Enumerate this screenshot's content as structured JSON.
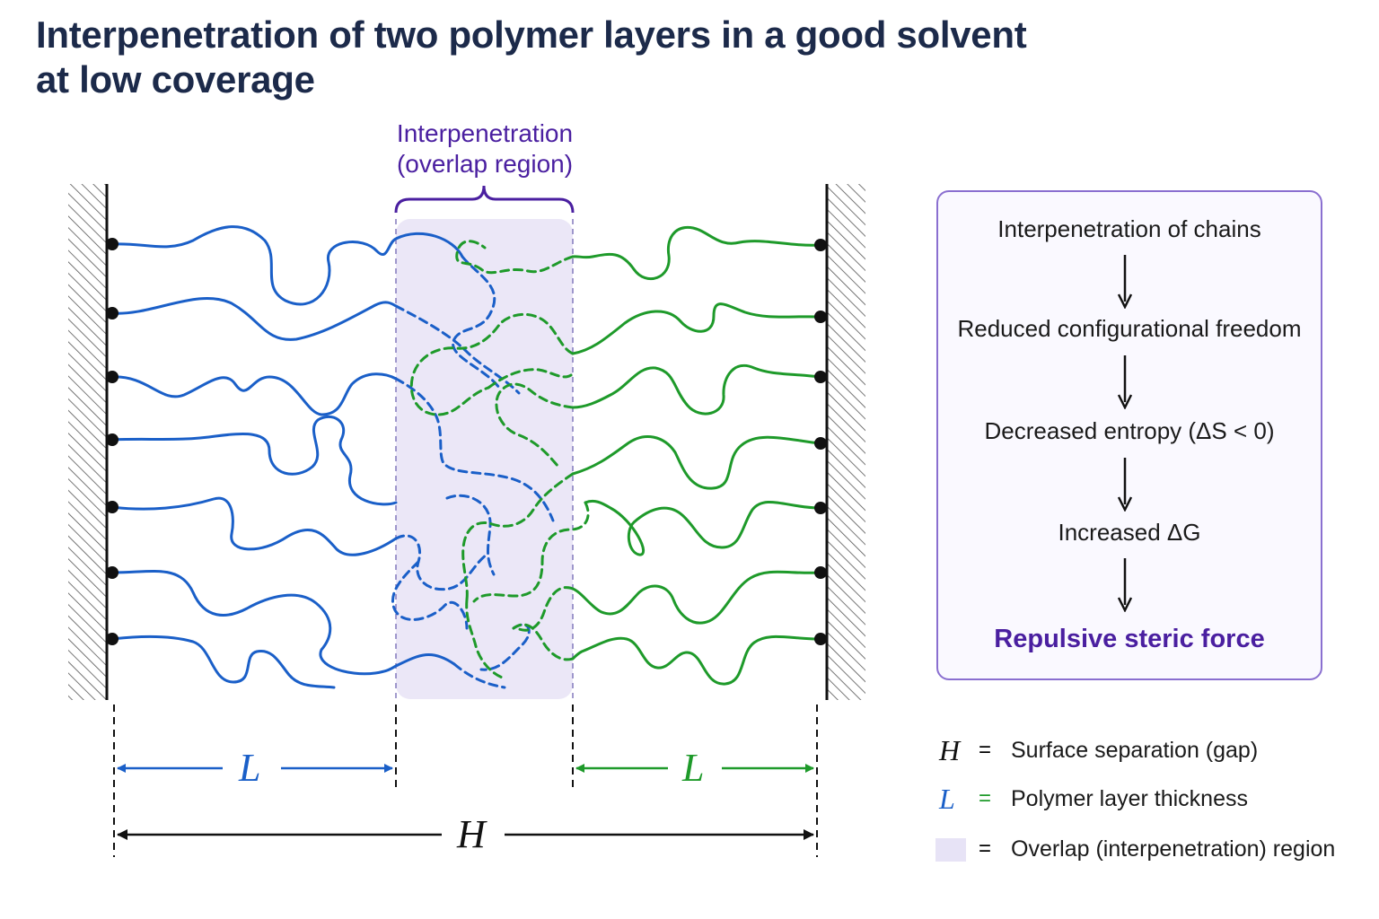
{
  "title": {
    "line1": "Interpenetration of two polymer layers in a good solvent",
    "line2": "at low coverage"
  },
  "overlap_label": {
    "line1": "Interpenetration",
    "line2": "(overlap region)"
  },
  "dimensions": {
    "left_L": "L",
    "right_L": "L",
    "H": "H"
  },
  "flow": {
    "steps": [
      "Interpenetration  of chains",
      "Reduced configurational freedom",
      "Decreased entropy (ΔS < 0)",
      "Increased ΔG",
      "Repulsive steric force"
    ]
  },
  "legend": [
    {
      "symbol": "H",
      "eq": "=",
      "text": "Surface separation (gap)"
    },
    {
      "symbol": "L",
      "eq": "=",
      "text": "Polymer layer thickness"
    },
    {
      "symbol": "",
      "eq": "=",
      "text": "Overlap (interpenetration) region"
    }
  ],
  "colors": {
    "left_chains": "#1a5fc8",
    "right_chains": "#1e9a2a",
    "overlap_fill": "#e7e3f6",
    "accent": "#4a1fa0",
    "title": "#1c2a4a"
  }
}
